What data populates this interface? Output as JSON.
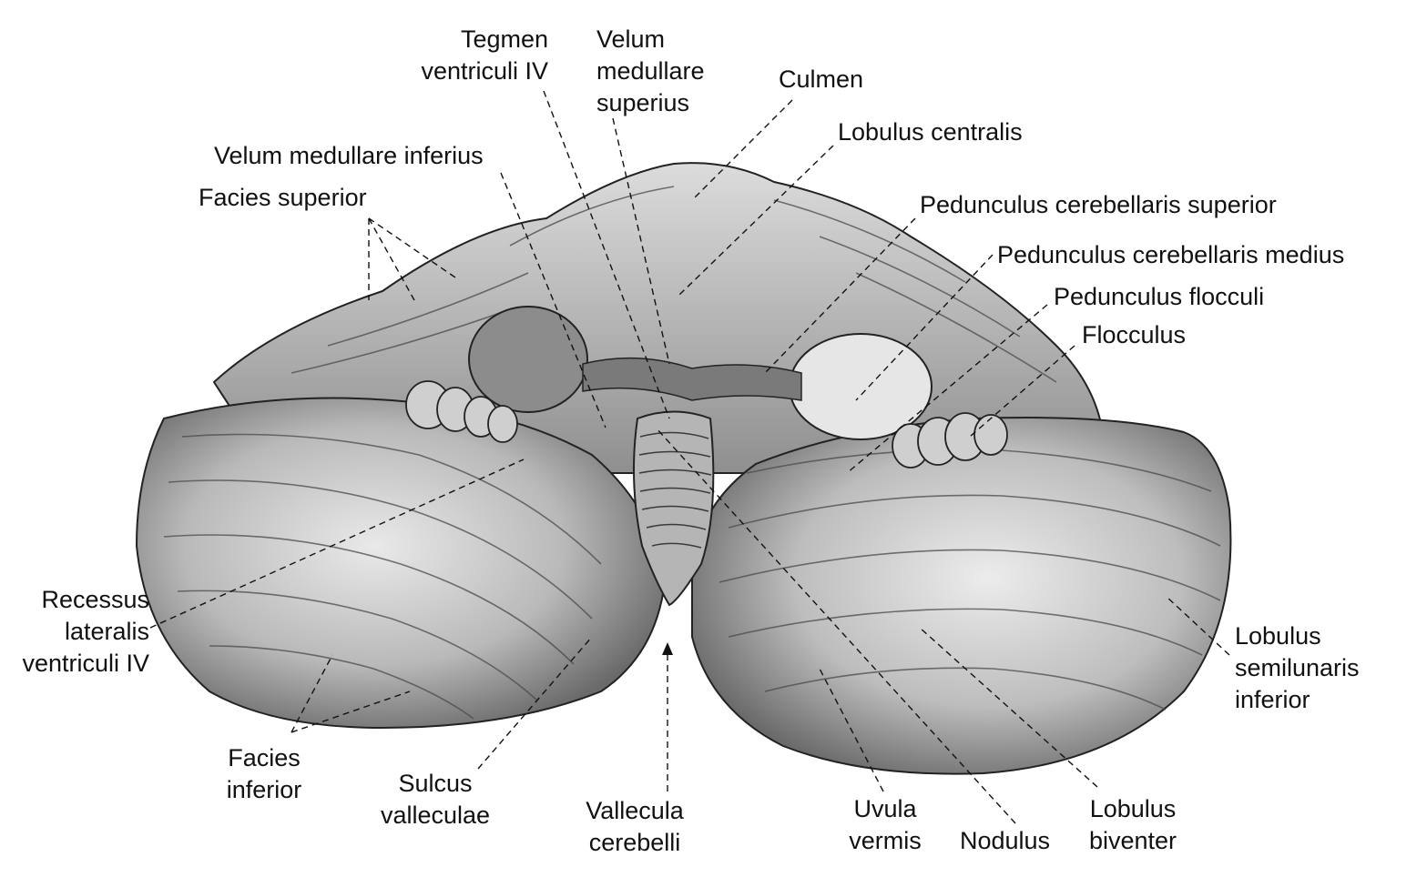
{
  "labels": {
    "tegmen_ventriculi_iv": [
      "Tegmen",
      "ventriculi IV"
    ],
    "velum_medullare_superius": [
      "Velum",
      "medullare",
      "superius"
    ],
    "culmen": [
      "Culmen"
    ],
    "lobulus_centralis": [
      "Lobulus centralis"
    ],
    "velum_medullare_inferius": [
      "Velum medullare inferius"
    ],
    "facies_superior": [
      "Facies superior"
    ],
    "pedunculus_cerebellaris_superior": [
      "Pedunculus cerebellaris superior"
    ],
    "pedunculus_cerebellaris_medius": [
      "Pedunculus cerebellaris medius"
    ],
    "pedunculus_flocculi": [
      "Pedunculus flocculi"
    ],
    "flocculus": [
      "Flocculus"
    ],
    "recessus_lateralis": [
      "Recessus",
      "lateralis",
      "ventriculi IV"
    ],
    "lobulus_semilunaris_inferior": [
      "Lobulus",
      "semilunaris",
      "inferior"
    ],
    "facies_inferior": [
      "Facies",
      "inferior"
    ],
    "sulcus_valleculae": [
      "Sulcus",
      "valleculae"
    ],
    "vallecula_cerebelli": [
      "Vallecula",
      "cerebelli"
    ],
    "uvula_vermis": [
      "Uvula",
      "vermis"
    ],
    "nodulus": [
      "Nodulus"
    ],
    "lobulus_biventer": [
      "Lobulus",
      "biventer"
    ]
  },
  "colors": {
    "ink": "#111111",
    "tissue_light": "#d9d9d9",
    "tissue_mid": "#a9a9a9",
    "tissue_dark": "#5a5a5a",
    "cut_surface": "#8c8c8c",
    "cut_surface_light": "#e6e6e6"
  }
}
